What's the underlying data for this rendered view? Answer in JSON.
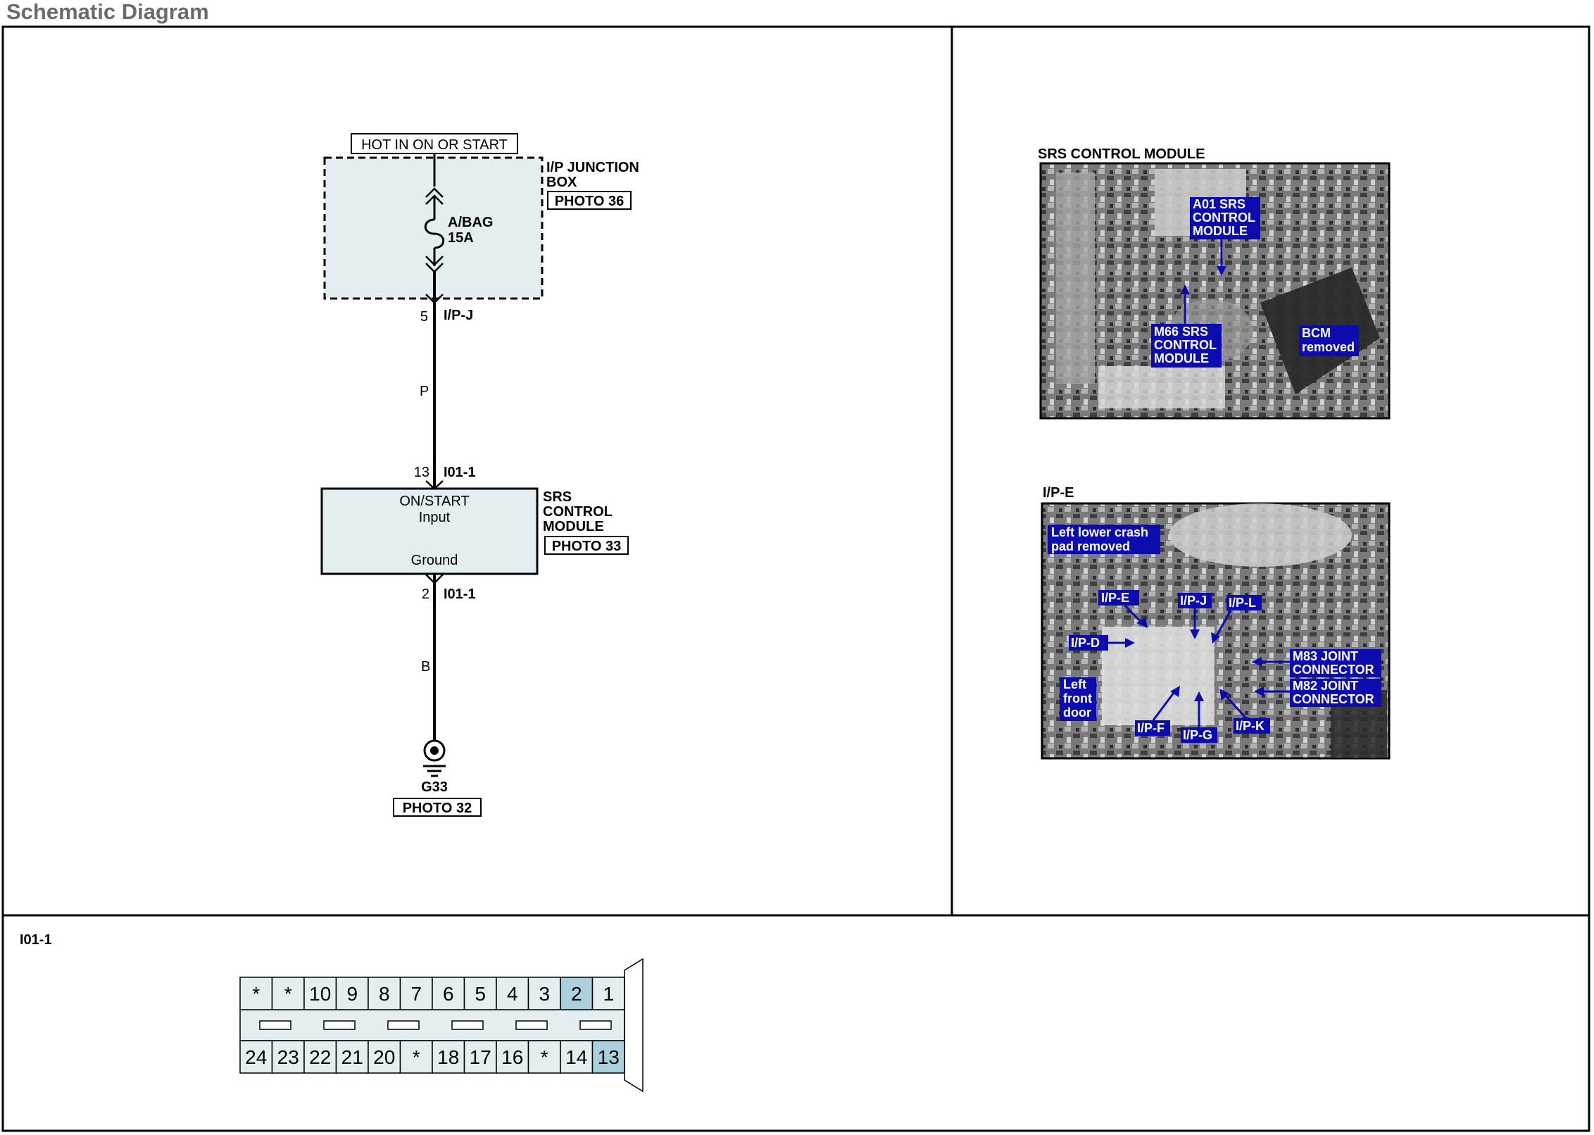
{
  "header": {
    "title": "Schematic Diagram"
  },
  "colors": {
    "module_fill": "#e4eef0",
    "pin_highlight": "#a9d0dc",
    "callout": "#0b0bb0",
    "frame": "#000000"
  },
  "schematic": {
    "power_source": "HOT IN ON OR START",
    "junction_box": {
      "name_line1": "I/P JUNCTION",
      "name_line2": "BOX",
      "photo": "PHOTO 36"
    },
    "fuse": {
      "name": "A/BAG",
      "rating": "15A"
    },
    "connector_top": {
      "pin": "5",
      "name": "I/P-J"
    },
    "wire_top_color": "P",
    "connector_mid": {
      "pin": "13",
      "name": "I01-1"
    },
    "module": {
      "input_line1": "ON/START",
      "input_line2": "Input",
      "ground": "Ground",
      "name_line1": "SRS",
      "name_line2": "CONTROL",
      "name_line3": "MODULE",
      "photo": "PHOTO 33"
    },
    "connector_bottom": {
      "pin": "2",
      "name": "I01-1"
    },
    "wire_bottom_color": "B",
    "ground_point": {
      "name": "G33",
      "photo": "PHOTO 32"
    }
  },
  "photos": {
    "srs_module": {
      "title": "SRS CONTROL MODULE",
      "callouts": [
        "A01 SRS",
        "CONTROL",
        "MODULE",
        "M66 SRS",
        "CONTROL",
        "MODULE",
        "BCM",
        "removed"
      ]
    },
    "ipe": {
      "title": "I/P-E",
      "callouts": [
        "Left lower crash",
        "pad removed",
        "I/P-E",
        "I/P-J",
        "I/P-L",
        "I/P-D",
        "M83 JOINT",
        "CONNECTOR",
        "M82 JOINT",
        "CONNECTOR",
        "Left",
        "front",
        "door",
        "I/P-F",
        "I/P-G",
        "I/P-K"
      ]
    }
  },
  "connector_view": {
    "name": "I01-1",
    "top_row": [
      "*",
      "*",
      "10",
      "9",
      "8",
      "7",
      "6",
      "5",
      "4",
      "3",
      "2",
      "1"
    ],
    "bottom_row": [
      "24",
      "23",
      "22",
      "21",
      "20",
      "*",
      "18",
      "17",
      "16",
      "*",
      "14",
      "13"
    ],
    "highlighted_pins": [
      "2",
      "13"
    ]
  }
}
